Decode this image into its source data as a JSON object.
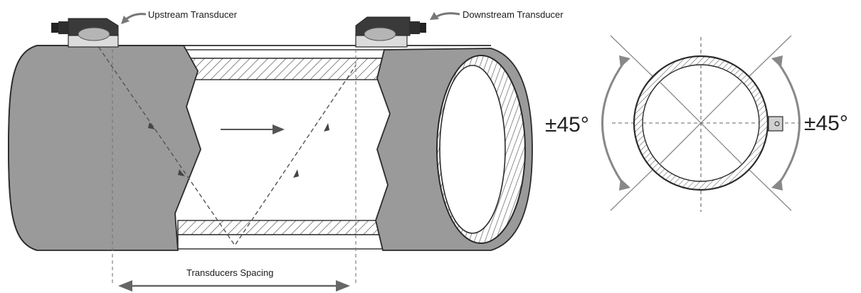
{
  "labels": {
    "upstream": "Upstream Transducer",
    "downstream": "Downstream Transducer",
    "spacing": "Transducers Spacing",
    "angle_left": "±45°",
    "angle_right": "±45°"
  },
  "icons": {
    "flow": "arrow-right-icon",
    "spacing": "double-arrow-icon"
  },
  "colors": {
    "pipe": "#9a9a9a",
    "pipe_dark": "#7d7d7d",
    "outline": "#2b2b2b",
    "hatch": "#555555",
    "transducer": "#d8d8d8",
    "transducer_dark": "#3a3a3a",
    "guide": "#888888"
  }
}
